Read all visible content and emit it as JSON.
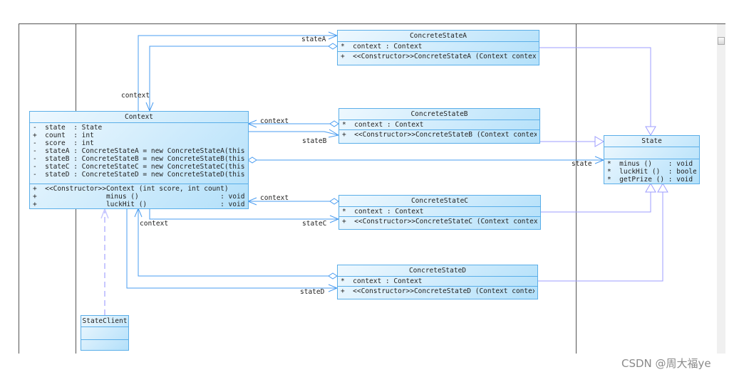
{
  "colors": {
    "association": "#4a9cf0",
    "generalization": "#9d9dff",
    "border": "#5aaee8"
  },
  "classes": {
    "context": {
      "name": "Context",
      "attributes": [
        "-  state  : State",
        "+  count  : int",
        "-  score  : int",
        "-  stateA : ConcreteStateA = new ConcreteStateA(this)",
        "-  stateB : ConcreteStateB = new ConcreteStateB(this)",
        "-  stateC : ConcreteStateC = new ConcreteStateC(this)",
        "-  stateD : ConcreteStateD = new ConcreteStateD(this)"
      ],
      "methods": [
        "+  <<Constructor>>Context (int score, int count)",
        "+                 minus ()                    : void",
        "+                 luckHit ()                  : void"
      ]
    },
    "a": {
      "name": "ConcreteStateA",
      "attributes": [
        "*  context : Context"
      ],
      "methods": [
        "+  <<Constructor>>ConcreteStateA (Context context)"
      ]
    },
    "b": {
      "name": "ConcreteStateB",
      "attributes": [
        "*  context : Context"
      ],
      "methods": [
        "+  <<Constructor>>ConcreteStateB (Context context)"
      ]
    },
    "c": {
      "name": "ConcreteStateC",
      "attributes": [
        "*  context : Context"
      ],
      "methods": [
        "+  <<Constructor>>ConcreteStateC (Context context)"
      ]
    },
    "d": {
      "name": "ConcreteStateD",
      "attributes": [
        "*  context : Context"
      ],
      "methods": [
        "+  <<Constructor>>ConcreteStateD (Context context)"
      ]
    },
    "state": {
      "name": "State",
      "methods": [
        "*  minus ()    : void",
        "*  luckHit ()  : boolean",
        "*  getPrize () : void"
      ]
    },
    "client": {
      "name": "StateClient"
    }
  },
  "labels": {
    "stateA": "stateA",
    "contextA": "context",
    "contextB": "context",
    "stateB": "stateB",
    "state": "state",
    "contextC": "context",
    "stateC": "stateC",
    "contextD": "context",
    "stateD": "stateD"
  },
  "watermark": "CSDN @周大福ye"
}
